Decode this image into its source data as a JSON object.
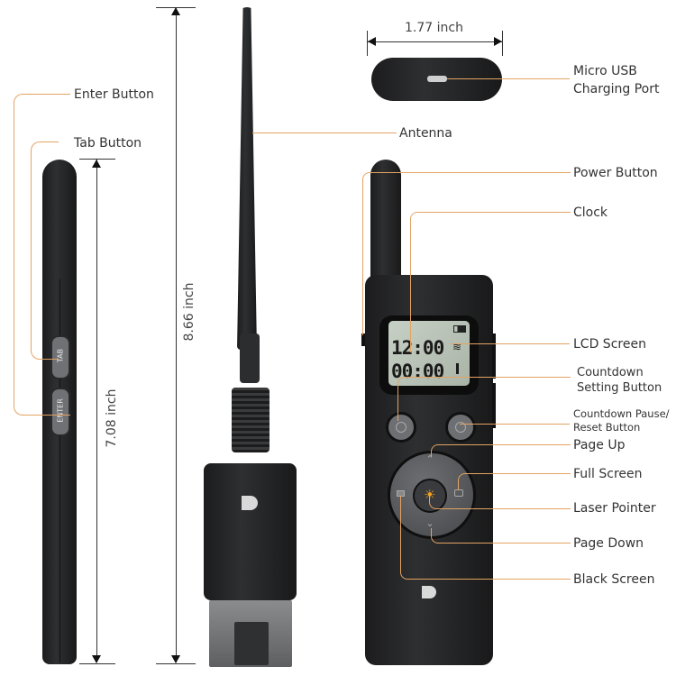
{
  "dimensions": {
    "side_height": "7.08 inch",
    "total_height": "8.66 inch",
    "receiver_width": "1.77 inch"
  },
  "labels": {
    "enter_button": "Enter Button",
    "tab_button": "Tab Button",
    "antenna": "Antenna",
    "micro_usb_1": "Micro USB",
    "micro_usb_2": "Charging Port",
    "power_button": "Power Button",
    "clock": "Clock",
    "lcd_screen": "LCD Screen",
    "countdown_setting_1": "Countdown",
    "countdown_setting_2": "Setting Button",
    "countdown_pause_1": "Countdown Pause/",
    "countdown_pause_2": "Reset Button",
    "page_up": "Page Up",
    "full_screen": "Full Screen",
    "laser_pointer": "Laser Pointer",
    "page_down": "Page Down",
    "black_screen": "Black Screen"
  },
  "side_buttons": {
    "tab": "TAB",
    "enter": "ENTER"
  },
  "lcd": {
    "clock_time": "12:00",
    "countdown_time": "00:00"
  },
  "colors": {
    "leader_line": "#e3a363",
    "device_body": "#242526",
    "lcd_bg": "#b9c4b7",
    "laser_icon": "#f4a21c"
  }
}
